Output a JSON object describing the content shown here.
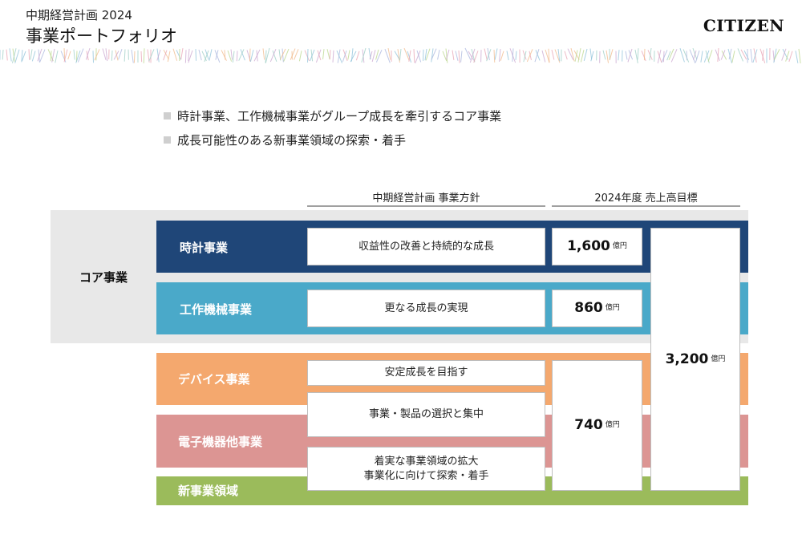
{
  "header": {
    "subtitle": "中期経営計画 2024",
    "title": "事業ポートフォリオ",
    "logo": "CITIZEN"
  },
  "bullets": [
    "時計事業、工作機械事業がグループ成長を牽引するコア事業",
    "成長可能性のある新事業領域の探索・着手"
  ],
  "columns": {
    "policy": "中期経営計画 事業方針",
    "target": "2024年度 売上高目標"
  },
  "core_label": "コア事業",
  "segments": [
    {
      "name": "時計事業",
      "color": "#1f4678"
    },
    {
      "name": "工作機械事業",
      "color": "#4aa9c9"
    },
    {
      "name": "デバイス事業",
      "color": "#f4a86e"
    },
    {
      "name": "電子機器他事業",
      "color": "#dc9593"
    },
    {
      "name": "新事業領域",
      "color": "#9bbb5b"
    }
  ],
  "policies": [
    {
      "text": "収益性の改善と持続的な成長"
    },
    {
      "text": "更なる成長の実現"
    },
    {
      "text": "安定成長を目指す"
    },
    {
      "text": "事業・製品の選択と集中"
    },
    {
      "line1": "着実な事業領域の拡大",
      "line2": "事業化に向けて探索・着手"
    }
  ],
  "targets": {
    "watch": {
      "value": "1,600",
      "unit": "億円"
    },
    "machine": {
      "value": "860",
      "unit": "億円"
    },
    "others": {
      "value": "740",
      "unit": "億円"
    },
    "total": {
      "value": "3,200",
      "unit": "億円"
    }
  }
}
